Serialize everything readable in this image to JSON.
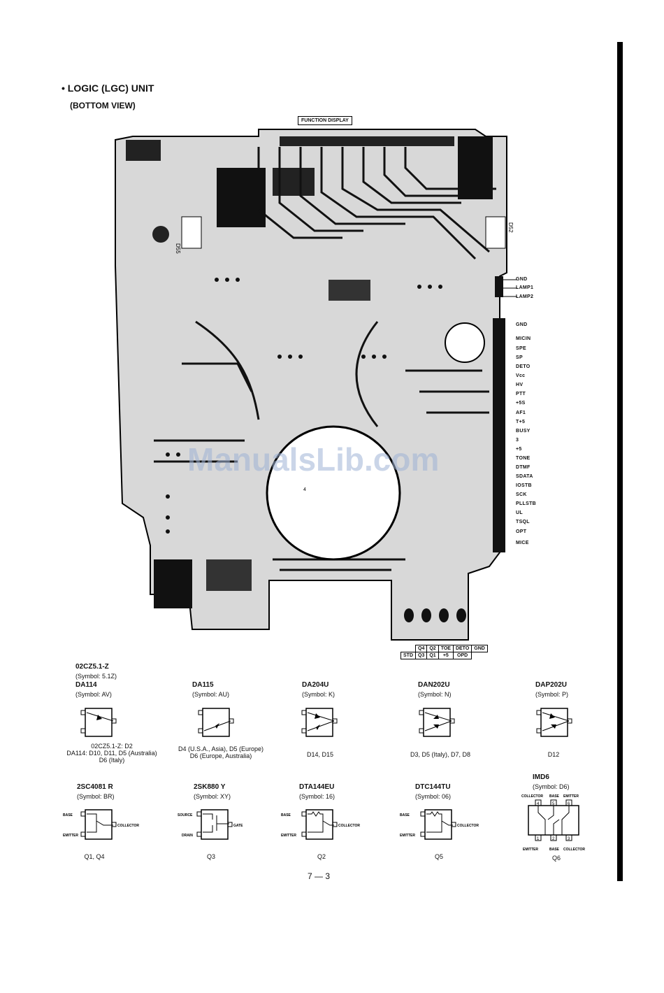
{
  "page": {
    "title": "• LOGIC (LGC) UNIT",
    "subtitle": "(BOTTOM VIEW)",
    "function_display_label": "FUNCTION DISPLAY",
    "page_number": "7 — 3",
    "watermark": "ManualsLib.com"
  },
  "pcb": {
    "diode_labels": [
      "D55",
      "D52"
    ],
    "circle_marker": "4",
    "connector_a": [
      "GND",
      "LAMP1",
      "LAMP2"
    ],
    "connector_b": [
      "GND",
      "MICIN",
      "SPE",
      "SP",
      "DETO",
      "Vcc",
      "HV",
      "PTT",
      "+5S",
      "AF1",
      "T+5",
      "BUSY",
      "3",
      "+5",
      "TONE",
      "DTMF",
      "SDATA",
      "IOSTB",
      "SCK",
      "PLLSTB",
      "UL",
      "TSQL",
      "OPT",
      "MICE"
    ],
    "bottom_connector_row1": [
      "Q4",
      "Q2",
      "TOE",
      "DETO",
      "GND"
    ],
    "bottom_connector_row2": [
      "STD",
      "Q3",
      "Q1",
      "+5",
      "OPD"
    ]
  },
  "components_row1": [
    {
      "name": "02CZ5.1-Z",
      "symbol": "(Symbol: 5.1Z)",
      "name2": "DA114",
      "symbol2": "(Symbol: AV)",
      "desc": [
        "02CZ5.1-Z: D2",
        "DA114: D10, D11, D5 (Australia)",
        "D6 (Italy)"
      ]
    },
    {
      "name": "DA115",
      "symbol": "(Symbol: AU)",
      "desc": [
        "D4 (U.S.A., Asia), D5 (Europe)",
        "D6 (Europe, Australia)"
      ]
    },
    {
      "name": "DA204U",
      "symbol": "(Symbol: K)",
      "desc": [
        "D14, D15"
      ]
    },
    {
      "name": "DAN202U",
      "symbol": "(Symbol: N)",
      "desc": [
        "D3, D5 (Italy), D7, D8"
      ]
    },
    {
      "name": "DAP202U",
      "symbol": "(Symbol: P)",
      "desc": [
        "D12"
      ]
    }
  ],
  "components_row2": [
    {
      "name": "2SC4081 R",
      "symbol": "(Symbol: BR)",
      "pins": [
        "BASE",
        "EMITTER",
        "COLLECTOR"
      ],
      "desc": "Q1, Q4"
    },
    {
      "name": "2SK880 Y",
      "symbol": "(Symbol: XY)",
      "pins": [
        "SOURCE",
        "DRAIN",
        "GATE"
      ],
      "desc": "Q3"
    },
    {
      "name": "DTA144EU",
      "symbol": "(Symbol: 16)",
      "pins": [
        "BASE",
        "EMITTER",
        "COLLECTOR"
      ],
      "desc": "Q2"
    },
    {
      "name": "DTC144TU",
      "symbol": "(Symbol: 06)",
      "pins": [
        "BASE",
        "EMITTER",
        "COLLECTOR"
      ],
      "desc": "Q5"
    },
    {
      "name": "IMD6",
      "symbol": "(Symbol: D6)",
      "pins_top": [
        "COLLECTOR",
        "BASE",
        "EMITTER"
      ],
      "pins_bottom": [
        "EMITTER",
        "BASE",
        "COLLECTOR"
      ],
      "pin_numbers_top": [
        "4",
        "5",
        "6"
      ],
      "pin_numbers_bottom": [
        "1",
        "2",
        "3"
      ],
      "desc": "Q6"
    }
  ]
}
